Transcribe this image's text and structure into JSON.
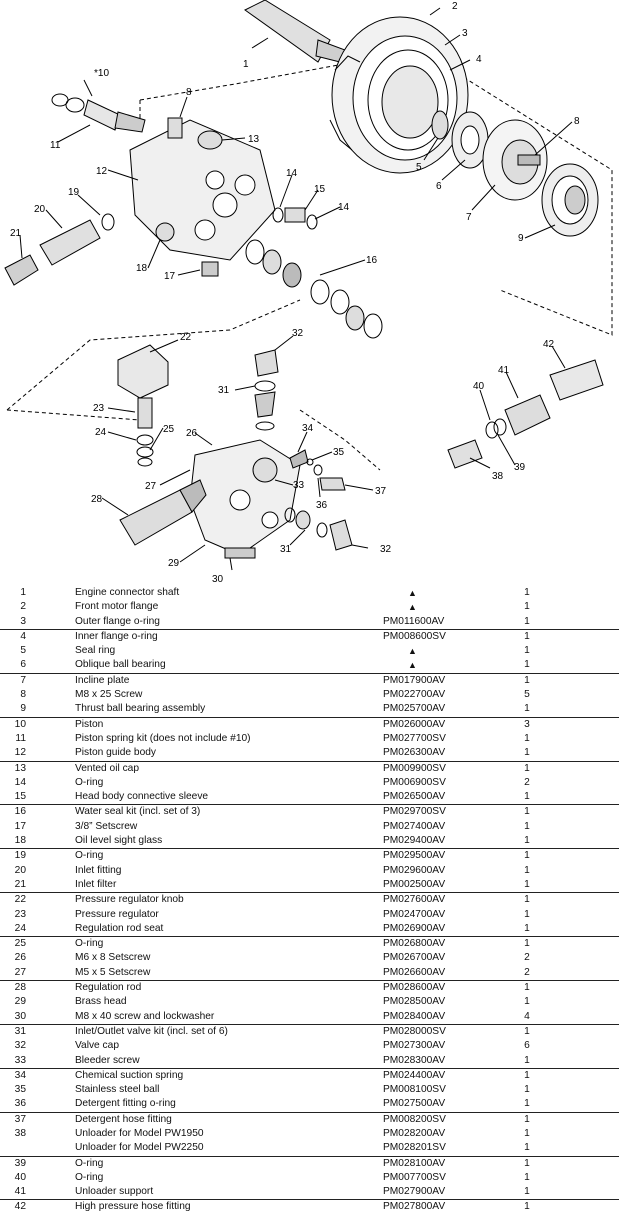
{
  "callouts": [
    "1",
    "2",
    "3",
    "4",
    "5",
    "6",
    "7",
    "8",
    "9",
    "*10",
    "11",
    "12",
    "8",
    "13",
    "14",
    "15",
    "14",
    "16",
    "17",
    "18",
    "19",
    "20",
    "21",
    "22",
    "32",
    "31",
    "23",
    "24",
    "25",
    "26",
    "27",
    "28",
    "29",
    "30",
    "31",
    "32",
    "33",
    "34",
    "35",
    "36",
    "37",
    "38",
    "39",
    "40",
    "41",
    "42"
  ],
  "parts": [
    {
      "num": "1",
      "desc": "Engine connector shaft",
      "part": "▲",
      "qty": "1",
      "sep": false
    },
    {
      "num": "2",
      "desc": "Front motor flange",
      "part": "▲",
      "qty": "1",
      "sep": false
    },
    {
      "num": "3",
      "desc": "Outer flange o-ring",
      "part": "PM011600AV",
      "qty": "1",
      "sep": false
    },
    {
      "num": "4",
      "desc": "Inner flange o-ring",
      "part": "PM008600SV",
      "qty": "1",
      "sep": true
    },
    {
      "num": "5",
      "desc": "Seal ring",
      "part": "▲",
      "qty": "1",
      "sep": false
    },
    {
      "num": "6",
      "desc": "Oblique ball bearing",
      "part": "▲",
      "qty": "1",
      "sep": false
    },
    {
      "num": "7",
      "desc": "Incline plate",
      "part": "PM017900AV",
      "qty": "1",
      "sep": true
    },
    {
      "num": "8",
      "desc": "M8 x 25 Screw",
      "part": "PM022700AV",
      "qty": "5",
      "sep": false
    },
    {
      "num": "9",
      "desc": "Thrust ball bearing assembly",
      "part": "PM025700AV",
      "qty": "1",
      "sep": false
    },
    {
      "num": "10",
      "desc": "Piston",
      "part": "PM026000AV",
      "qty": "3",
      "sep": true
    },
    {
      "num": "11",
      "desc": "Piston spring kit (does not include #10)",
      "part": "PM027700SV",
      "qty": "1",
      "sep": false
    },
    {
      "num": "12",
      "desc": "Piston guide body",
      "part": "PM026300AV",
      "qty": "1",
      "sep": false
    },
    {
      "num": "13",
      "desc": "Vented oil cap",
      "part": "PM009900SV",
      "qty": "1",
      "sep": true
    },
    {
      "num": "14",
      "desc": "O-ring",
      "part": "PM006900SV",
      "qty": "2",
      "sep": false
    },
    {
      "num": "15",
      "desc": "Head body connective sleeve",
      "part": "PM026500AV",
      "qty": "1",
      "sep": false
    },
    {
      "num": "16",
      "desc": "Water seal kit (incl. set of 3)",
      "part": "PM029700SV",
      "qty": "1",
      "sep": true
    },
    {
      "num": "17",
      "desc": "3/8” Setscrew",
      "part": "PM027400AV",
      "qty": "1",
      "sep": false
    },
    {
      "num": "18",
      "desc": "Oil level sight glass",
      "part": "PM029400AV",
      "qty": "1",
      "sep": false
    },
    {
      "num": "19",
      "desc": "O-ring",
      "part": "PM029500AV",
      "qty": "1",
      "sep": true
    },
    {
      "num": "20",
      "desc": "Inlet fitting",
      "part": "PM029600AV",
      "qty": "1",
      "sep": false
    },
    {
      "num": "21",
      "desc": "Inlet filter",
      "part": "PM002500AV",
      "qty": "1",
      "sep": false
    },
    {
      "num": "22",
      "desc": "Pressure regulator knob",
      "part": "PM027600AV",
      "qty": "1",
      "sep": true
    },
    {
      "num": "23",
      "desc": "Pressure regulator",
      "part": "PM024700AV",
      "qty": "1",
      "sep": false
    },
    {
      "num": "24",
      "desc": "Regulation rod seat",
      "part": "PM026900AV",
      "qty": "1",
      "sep": false
    },
    {
      "num": "25",
      "desc": "O-ring",
      "part": "PM026800AV",
      "qty": "1",
      "sep": true
    },
    {
      "num": "26",
      "desc": "M6 x 8 Setscrew",
      "part": "PM026700AV",
      "qty": "2",
      "sep": false
    },
    {
      "num": "27",
      "desc": "M5 x 5 Setscrew",
      "part": "PM026600AV",
      "qty": "2",
      "sep": false
    },
    {
      "num": "28",
      "desc": "Regulation rod",
      "part": "PM028600AV",
      "qty": "1",
      "sep": true
    },
    {
      "num": "29",
      "desc": "Brass head",
      "part": "PM028500AV",
      "qty": "1",
      "sep": false
    },
    {
      "num": "30",
      "desc": "M8 x 40 screw and lockwasher",
      "part": "PM028400AV",
      "qty": "4",
      "sep": false
    },
    {
      "num": "31",
      "desc": "Inlet/Outlet valve kit (incl. set of 6)",
      "part": "PM028000SV",
      "qty": "1",
      "sep": true
    },
    {
      "num": "32",
      "desc": "Valve cap",
      "part": "PM027300AV",
      "qty": "6",
      "sep": false
    },
    {
      "num": "33",
      "desc": "Bleeder screw",
      "part": "PM028300AV",
      "qty": "1",
      "sep": false
    },
    {
      "num": "34",
      "desc": "Chemical suction spring",
      "part": "PM024400AV",
      "qty": "1",
      "sep": true
    },
    {
      "num": "35",
      "desc": "Stainless steel ball",
      "part": "PM008100SV",
      "qty": "1",
      "sep": false
    },
    {
      "num": "36",
      "desc": "Detergent fitting o-ring",
      "part": "PM027500AV",
      "qty": "1",
      "sep": false
    },
    {
      "num": "37",
      "desc": "Detergent hose fitting",
      "part": "PM008200SV",
      "qty": "1",
      "sep": true
    },
    {
      "num": "38",
      "desc": "Unloader for Model PW1950",
      "part": "PM028200AV",
      "qty": "1",
      "sep": false
    },
    {
      "num": "",
      "desc": "Unloader for Model PW2250",
      "part": "PM028201SV",
      "qty": "1",
      "sep": false
    },
    {
      "num": "39",
      "desc": "O-ring",
      "part": "PM028100AV",
      "qty": "1",
      "sep": true
    },
    {
      "num": "40",
      "desc": "O-ring",
      "part": "PM007700SV",
      "qty": "1",
      "sep": false
    },
    {
      "num": "41",
      "desc": "Unloader support",
      "part": "PM027900AV",
      "qty": "1",
      "sep": false
    },
    {
      "num": "42",
      "desc": "High pressure hose fitting",
      "part": "PM027800AV",
      "qty": "1",
      "sep": true
    }
  ]
}
